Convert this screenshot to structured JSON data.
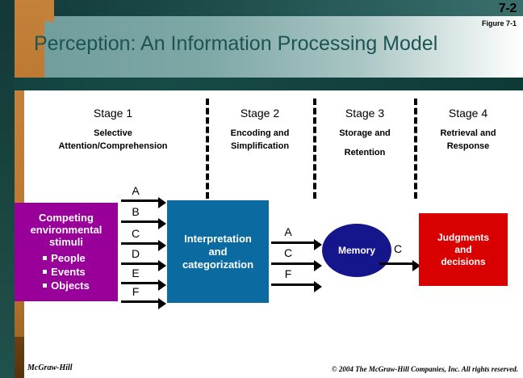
{
  "header": {
    "slide_number": "7-2",
    "figure_label": "Figure 7-1",
    "title": "Perception: An Information Processing Model"
  },
  "stages": [
    {
      "title": "Stage 1",
      "subtitle": "Selective\nAttention/Comprehension"
    },
    {
      "title": "Stage 2",
      "subtitle": "Encoding and\nSimplification"
    },
    {
      "title": "Stage 3",
      "subtitle": "Storage and\nRetention"
    },
    {
      "title": "Stage 4",
      "subtitle": "Retrieval and\nResponse"
    }
  ],
  "stage_lines": {
    "s1_title": "Stage 1",
    "s1_sub_l1": "Selective",
    "s1_sub_l2": "Attention/Comprehension",
    "s2_title": "Stage 2",
    "s2_sub_l1": "Encoding and",
    "s2_sub_l2": "Simplification",
    "s3_title": "Stage 3",
    "s3_sub_l1": "Storage and",
    "s3_sub_l2": "Retention",
    "s4_title": "Stage 4",
    "s4_sub_l1": "Retrieval and",
    "s4_sub_l2": "Response"
  },
  "flow": {
    "stimuli_box": {
      "title_l1": "Competing",
      "title_l2": "environmental",
      "title_l3": "stimuli",
      "items": [
        "People",
        "Events",
        "Objects"
      ],
      "color": "#990099"
    },
    "interpretation_box": {
      "line1": "Interpretation",
      "line2": "and",
      "line3": "categorization",
      "color": "#0b6ba0"
    },
    "memory_node": {
      "label": "Memory",
      "color": "#16168c"
    },
    "outcome_box": {
      "line1": "Judgments",
      "line2": "and",
      "line3": "decisions",
      "color": "#d80000"
    },
    "input_arrow_labels": [
      "A",
      "B",
      "C",
      "D",
      "E",
      "F"
    ],
    "middle_arrow_labels": [
      "A",
      "C",
      "F"
    ],
    "output_arrow_label": "C"
  },
  "footer": {
    "publisher": "McGraw-Hill",
    "copyright": "© 2004 The McGraw-Hill Companies, Inc. All rights reserved."
  }
}
